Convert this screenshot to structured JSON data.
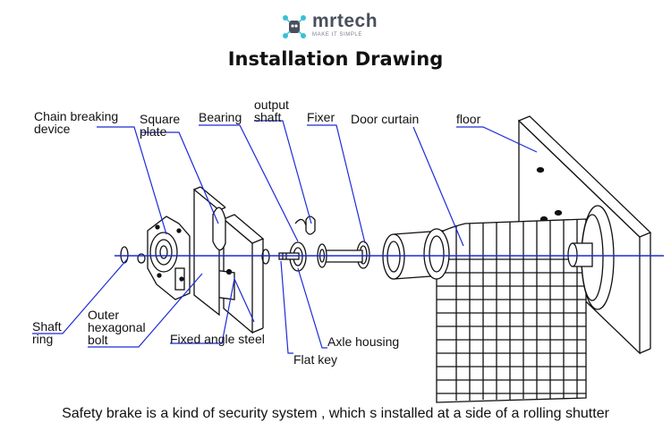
{
  "brand": {
    "name": "mrtech",
    "tagline": "MAKE IT SIMPLE"
  },
  "title": "Installation Drawing",
  "labels": {
    "chain_breaking_1": "Chain breaking",
    "chain_breaking_2": "device",
    "square_1": "Square",
    "square_2": "plate",
    "bearing": "Bearing",
    "output_1": "output",
    "output_2": "shaft",
    "fixer": "Fixer",
    "door_curtain": "Door curtain",
    "floor": "floor",
    "shaft_ring_1": "Shaft",
    "shaft_ring_2": "ring",
    "outer_hex_1": "Outer",
    "outer_hex_2": "hexagonal",
    "outer_hex_3": "bolt",
    "fixed_angle": "Fixed angle steel",
    "axle_housing": "Axle housing",
    "flat_key": "Flat key"
  },
  "caption": "Safety brake is a kind of security system , which s installed at a side of a rolling shutter",
  "colors": {
    "axis_line": "#1e2bd6",
    "drawing": "#111111",
    "logo_accent": "#38c0d8"
  }
}
